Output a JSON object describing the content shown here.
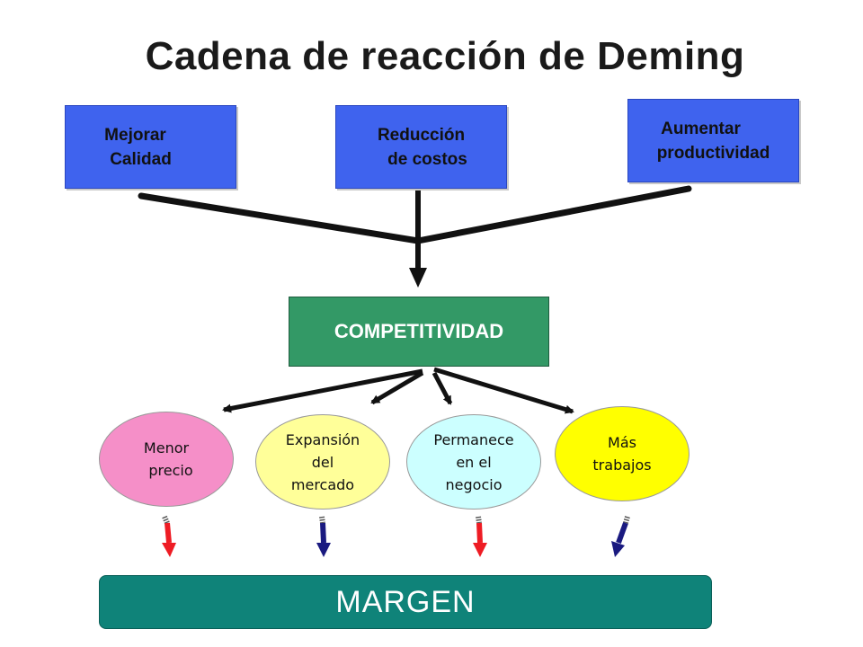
{
  "title": "Cadena de reacción de Deming",
  "inputs": [
    {
      "line1": "Mejorar",
      "line2": "Calidad"
    },
    {
      "line1": "Reducción",
      "line2": "de costos"
    },
    {
      "line1": "Aumentar",
      "line2": "productividad"
    }
  ],
  "center": {
    "label": "COMPETITIVIDAD"
  },
  "outcomes": [
    {
      "line1": "Menor",
      "line2": "precio",
      "line3": "",
      "color": "#f58fc8"
    },
    {
      "line1": "Expansión",
      "line2": "del",
      "line3": "mercado",
      "color": "#ffff99"
    },
    {
      "line1": "Permanece",
      "line2": "en el",
      "line3": "negocio",
      "color": "#ccffff"
    },
    {
      "line1": "Más",
      "line2": "trabajos",
      "line3": "",
      "color": "#ffff00"
    }
  ],
  "arrow_colors": [
    "#ee1c24",
    "#1a1a80",
    "#ee1c24",
    "#1a1a80"
  ],
  "result": {
    "label": "MARGEN"
  },
  "colors": {
    "input_box": "#3f63ee",
    "center_box": "#339966",
    "result_box": "#0f8379"
  }
}
